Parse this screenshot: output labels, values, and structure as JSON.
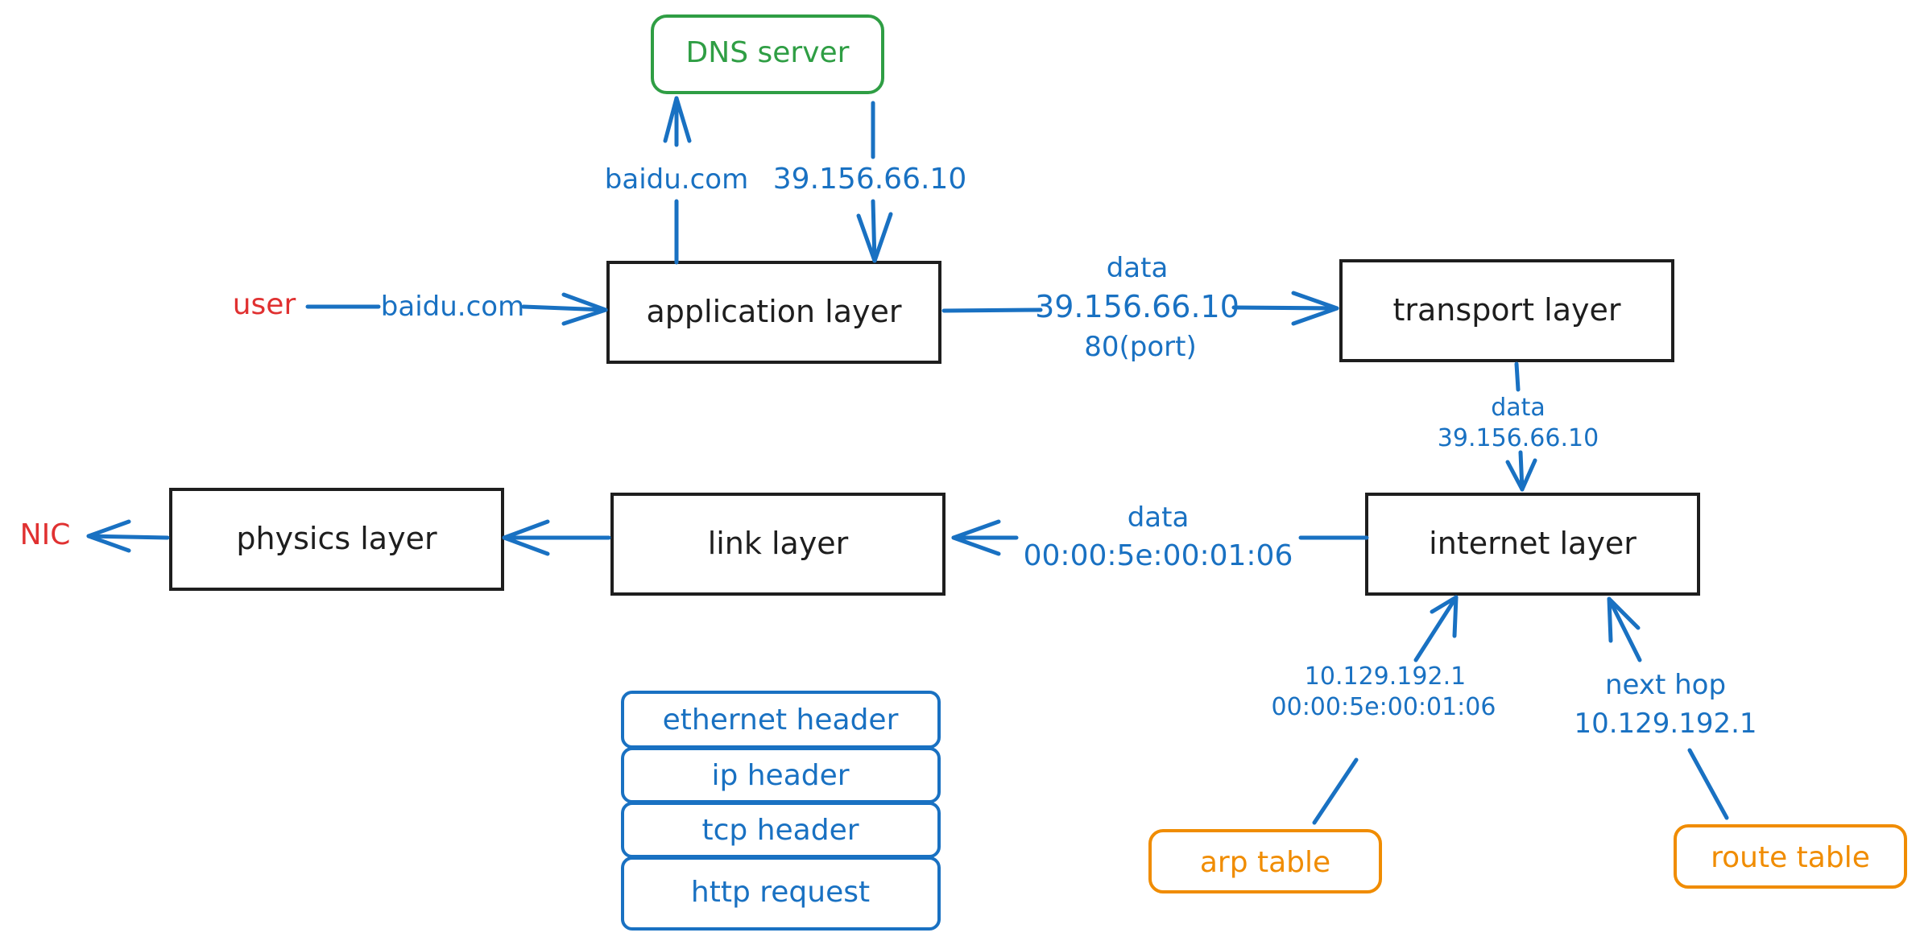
{
  "colors": {
    "ink": "#1e1e1e",
    "blue": "#1971c2",
    "red": "#e03131",
    "green": "#2f9e44",
    "orange": "#f08c00"
  },
  "nodes": {
    "dns_server": "DNS server",
    "application_layer": "application layer",
    "transport_layer": "transport layer",
    "internet_layer": "internet layer",
    "link_layer": "link layer",
    "physics_layer": "physics layer",
    "arp_table": "arp table",
    "route_table": "route table",
    "user": "user",
    "nic": "NIC"
  },
  "edge_labels": {
    "user_to_app": "baidu.com",
    "app_to_dns": "baidu.com",
    "dns_to_app": "39.156.66.10",
    "app_to_transport": [
      "data",
      "39.156.66.10",
      "80(port)"
    ],
    "transport_to_internet": [
      "data",
      "39.156.66.10"
    ],
    "internet_to_link": [
      "data",
      "00:00:5e:00:01:06"
    ],
    "arp_to_internet": [
      "10.129.192.1",
      "00:00:5e:00:01:06"
    ],
    "route_to_internet": [
      "next hop",
      "10.129.192.1"
    ]
  },
  "packet_stack": [
    "ethernet header",
    "ip header",
    "tcp header",
    "http request"
  ]
}
